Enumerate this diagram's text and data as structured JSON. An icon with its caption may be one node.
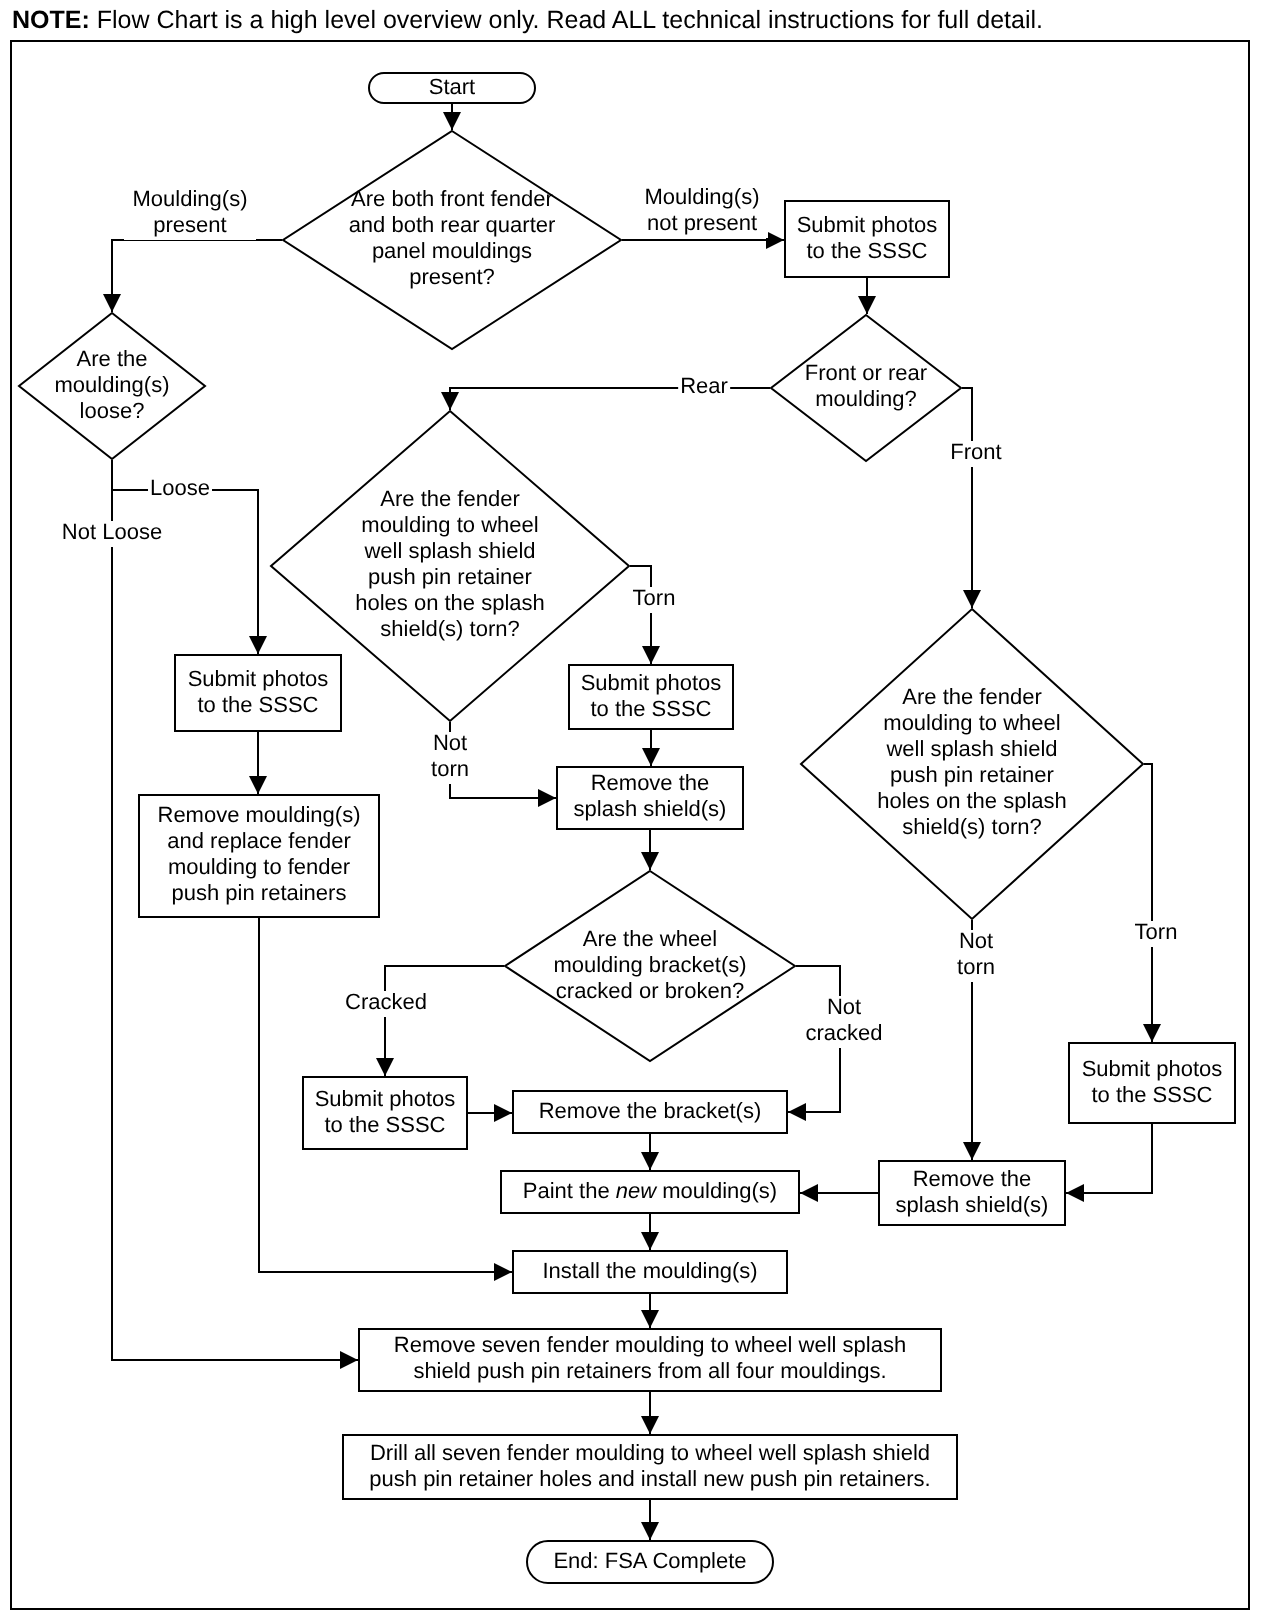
{
  "diagram": {
    "title": "**NOTE:** Flow Chart is a high level overview only. Read ALL technical instructions for full detail.",
    "nodes": [
      {
        "text": [
          "Start"
        ]
      },
      {
        "text": [
          "Are both front fender and both rear quarter panel mouldings present?"
        ]
      },
      {
        "text": [
          "Submit photos to the SSSC"
        ]
      },
      {
        "text": [
          "Are the moulding(s) loose?"
        ]
      },
      {
        "text": [
          "Front or rear moulding?"
        ]
      },
      {
        "text": [
          "Are the fender moulding to wheel well splash shield push pin retainer holes on the splash shield(s) torn?"
        ]
      },
      {
        "text": [
          "Submit photos to the SSSC"
        ]
      },
      {
        "text": [
          "Submit photos to the SSSC"
        ]
      },
      {
        "text": [
          "Remove moulding(s) and replace fender moulding to fender push pin retainers"
        ]
      },
      {
        "text": [
          "Remove the splash shield(s)"
        ]
      },
      {
        "text": [
          "Are the wheel moulding bracket(s) cracked or broken?"
        ]
      },
      {
        "text": [
          "Are the fender moulding to wheel well splash shield push pin retainer holes on the splash shield(s) torn?"
        ]
      },
      {
        "text": [
          "Submit photos to the SSSC"
        ]
      },
      {
        "text": [
          "Submit photos to the SSSC"
        ]
      },
      {
        "text": [
          "Remove the bracket(s)"
        ]
      },
      {
        "text": [
          "Remove the splash shield(s)"
        ]
      },
      {
        "text": [
          "Paint the *new* moulding(s)"
        ]
      },
      {
        "text": [
          "Install the moulding(s)"
        ]
      },
      {
        "text": [
          "Remove seven fender moulding to wheel well splash shield push pin retainers from all four mouldings."
        ]
      },
      {
        "text": [
          "Drill all seven fender moulding to wheel well splash shield push pin retainer holes and install new push pin retainers."
        ]
      },
      {
        "text": [
          "End: FSA Complete"
        ]
      }
    ],
    "edges": [
      {
        "from": 0,
        "to": 1,
        "arrow": "to"
      },
      {
        "from": 1,
        "to": 3,
        "arrow": "to",
        "label": "Moulding(s) present"
      },
      {
        "from": 1,
        "to": 2,
        "arrow": "to",
        "label": "Moulding(s) not present"
      },
      {
        "from": 2,
        "to": 4,
        "arrow": "to"
      },
      {
        "from": 4,
        "to": 5,
        "arrow": "to",
        "label": "Rear"
      },
      {
        "from": 4,
        "to": 11,
        "arrow": "to",
        "label": "Front"
      },
      {
        "from": 3,
        "to": 6,
        "arrow": "to",
        "label": "Loose"
      },
      {
        "from": 3,
        "to": 18,
        "arrow": "to",
        "label": "Not Loose"
      },
      {
        "from": 5,
        "to": 7,
        "arrow": "to",
        "label": "Torn"
      },
      {
        "from": 5,
        "to": 9,
        "arrow": "to",
        "label": "Not torn"
      },
      {
        "from": 6,
        "to": 8,
        "arrow": "to"
      },
      {
        "from": 7,
        "to": 9,
        "arrow": "to"
      },
      {
        "from": 8,
        "to": 17,
        "arrow": "to"
      },
      {
        "from": 9,
        "to": 10,
        "arrow": "to"
      },
      {
        "from": 10,
        "to": 12,
        "arrow": "to",
        "label": "Cracked"
      },
      {
        "from": 10,
        "to": 14,
        "arrow": "to",
        "label": "Not cracked"
      },
      {
        "from": 12,
        "to": 14,
        "arrow": "to"
      },
      {
        "from": 14,
        "to": 16,
        "arrow": "to"
      },
      {
        "from": 11,
        "to": 15,
        "arrow": "to",
        "label": "Not torn"
      },
      {
        "from": 11,
        "to": 13,
        "arrow": "to",
        "label": "Torn"
      },
      {
        "from": 13,
        "to": 15,
        "arrow": "to"
      },
      {
        "from": 15,
        "to": 16,
        "arrow": "to"
      },
      {
        "from": 16,
        "to": 17,
        "arrow": "to"
      },
      {
        "from": 17,
        "to": 18,
        "arrow": "to"
      },
      {
        "from": 18,
        "to": 19,
        "arrow": "to"
      },
      {
        "from": 19,
        "to": 20,
        "arrow": "to"
      }
    ]
  }
}
